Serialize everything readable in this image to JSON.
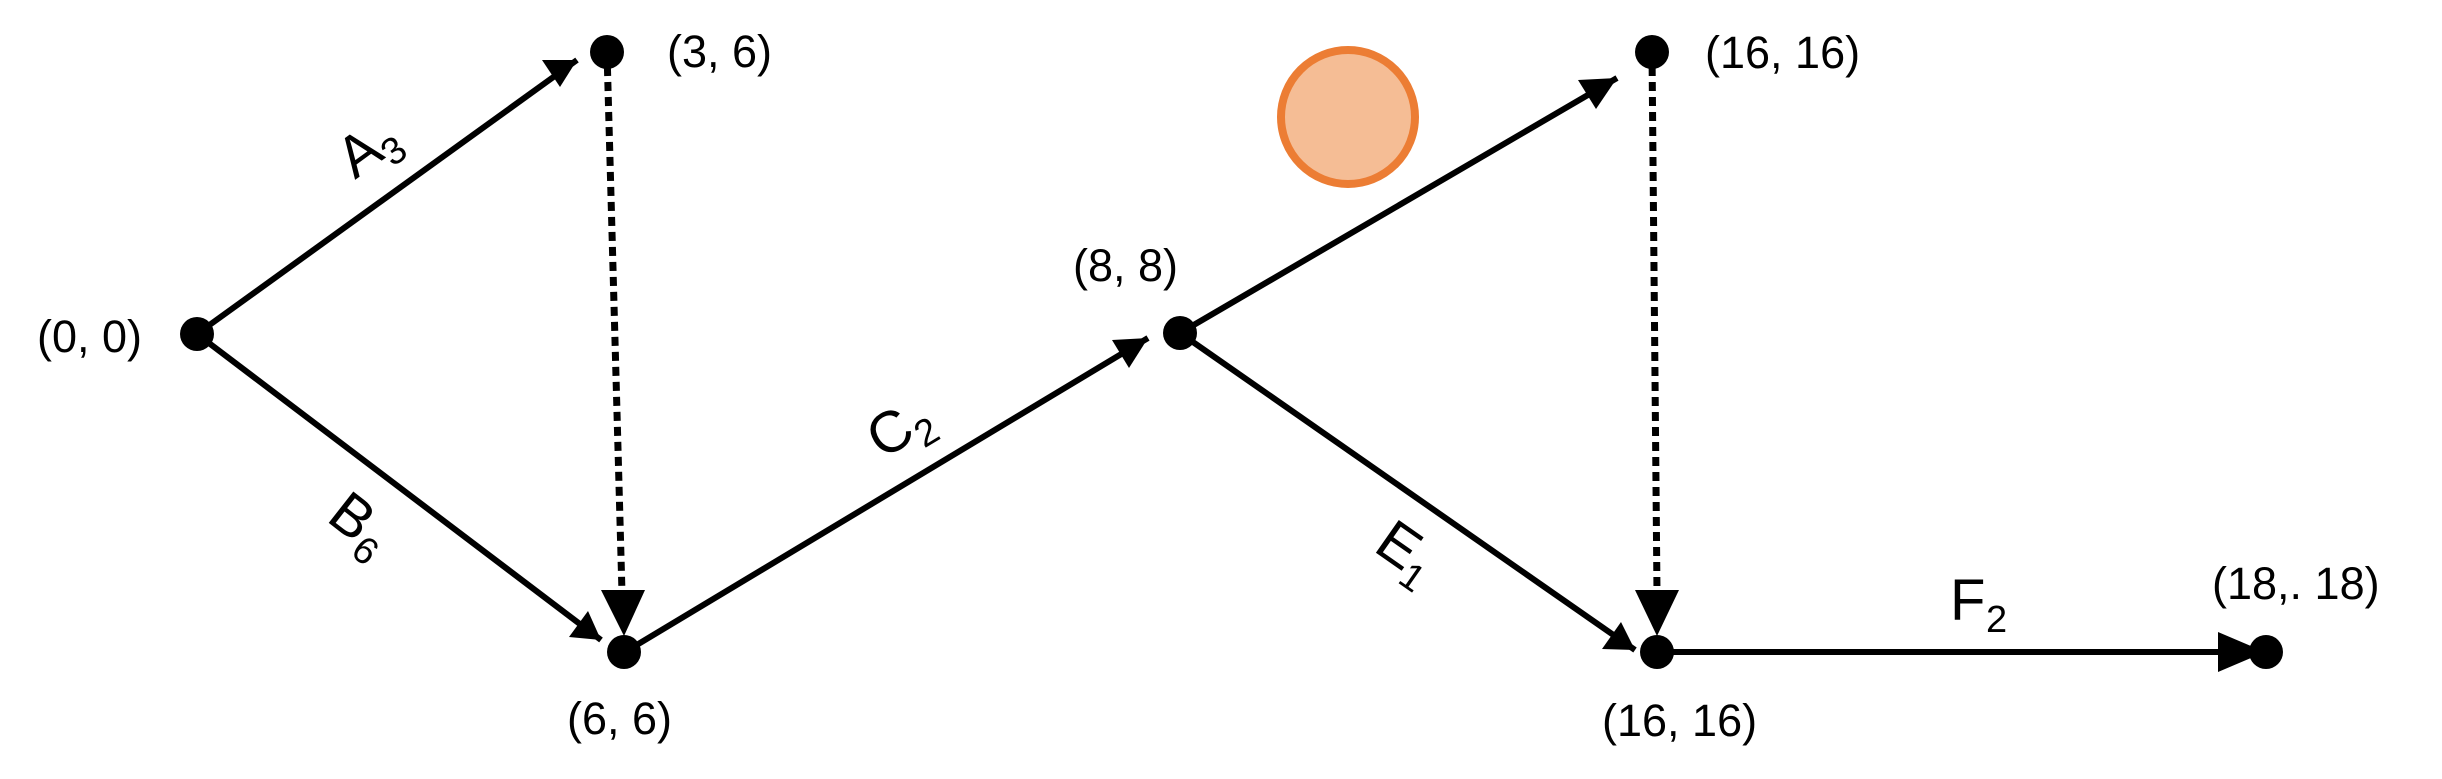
{
  "diagram": {
    "type": "activity-network",
    "colors": {
      "ink": "#000000",
      "marker_fill": "#f5bd95",
      "marker_stroke": "#ec7d34"
    },
    "nodes": [
      {
        "id": "n1",
        "label": "(0, 0)"
      },
      {
        "id": "n2",
        "label": "(3, 6)"
      },
      {
        "id": "n3",
        "label": "(6, 6)"
      },
      {
        "id": "n4",
        "label": "(8, 8)"
      },
      {
        "id": "n5",
        "label": "(16, 16)"
      },
      {
        "id": "n6",
        "label": "(16, 16)"
      },
      {
        "id": "n7",
        "label": "(18,. 18)"
      }
    ],
    "edges": [
      {
        "id": "a",
        "from": "n1",
        "to": "n2",
        "letter": "A",
        "duration": "3",
        "style": "solid"
      },
      {
        "id": "b",
        "from": "n1",
        "to": "n3",
        "letter": "B",
        "duration": "6",
        "style": "solid"
      },
      {
        "id": "c",
        "from": "n3",
        "to": "n4",
        "letter": "C",
        "duration": "2",
        "style": "solid"
      },
      {
        "id": "d",
        "from": "n4",
        "to": "n5",
        "letter": "",
        "duration": "",
        "style": "solid"
      },
      {
        "id": "e",
        "from": "n4",
        "to": "n6",
        "letter": "E",
        "duration": "1",
        "style": "solid"
      },
      {
        "id": "f",
        "from": "n6",
        "to": "n7",
        "letter": "F",
        "duration": "2",
        "style": "solid"
      },
      {
        "id": "g",
        "from": "n2",
        "to": "n3",
        "letter": "",
        "duration": "",
        "style": "dummy"
      },
      {
        "id": "h",
        "from": "n5",
        "to": "n6",
        "letter": "",
        "duration": "",
        "style": "dummy"
      }
    ]
  }
}
